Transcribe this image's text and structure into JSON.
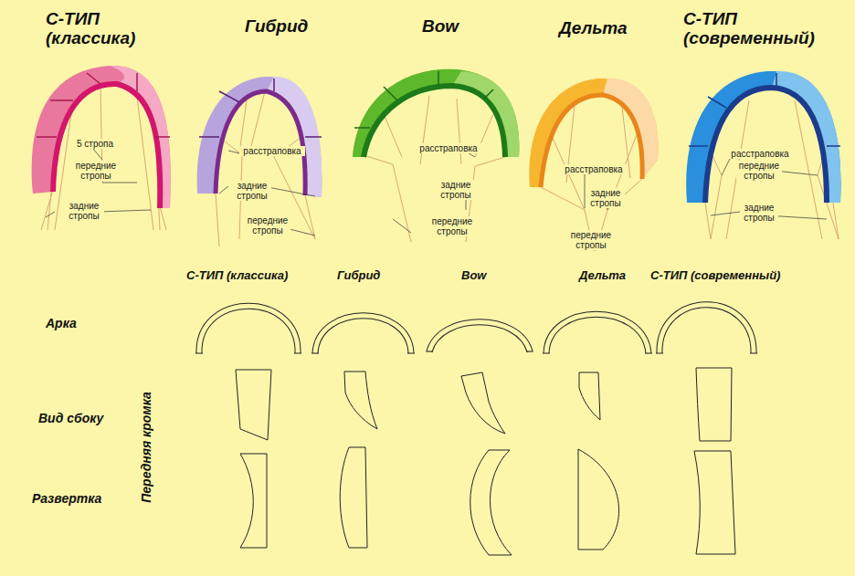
{
  "diagram": {
    "labels": [
      "С-ТИП (классика)",
      "Гибрид",
      "Bow",
      "Дельта",
      "С-ТИП (современный)",
      "5 стропа",
      "передние стропы",
      "задние стропы",
      "расстраповка",
      "задние стропы",
      "передние стропы",
      "расстраповка",
      "задние стропы",
      "передние стропы",
      "расстраповка",
      "задние стропы",
      "передние стропы",
      "расстраповка",
      "передние стропы",
      "задние стропы",
      "С-ТИП (классика)",
      "Гибрид",
      "Bow",
      "Дельта",
      "С-ТИП (современный)",
      "Арка",
      "Вид сбоку",
      "Развертка",
      "Передняя кромка"
    ]
  }
}
